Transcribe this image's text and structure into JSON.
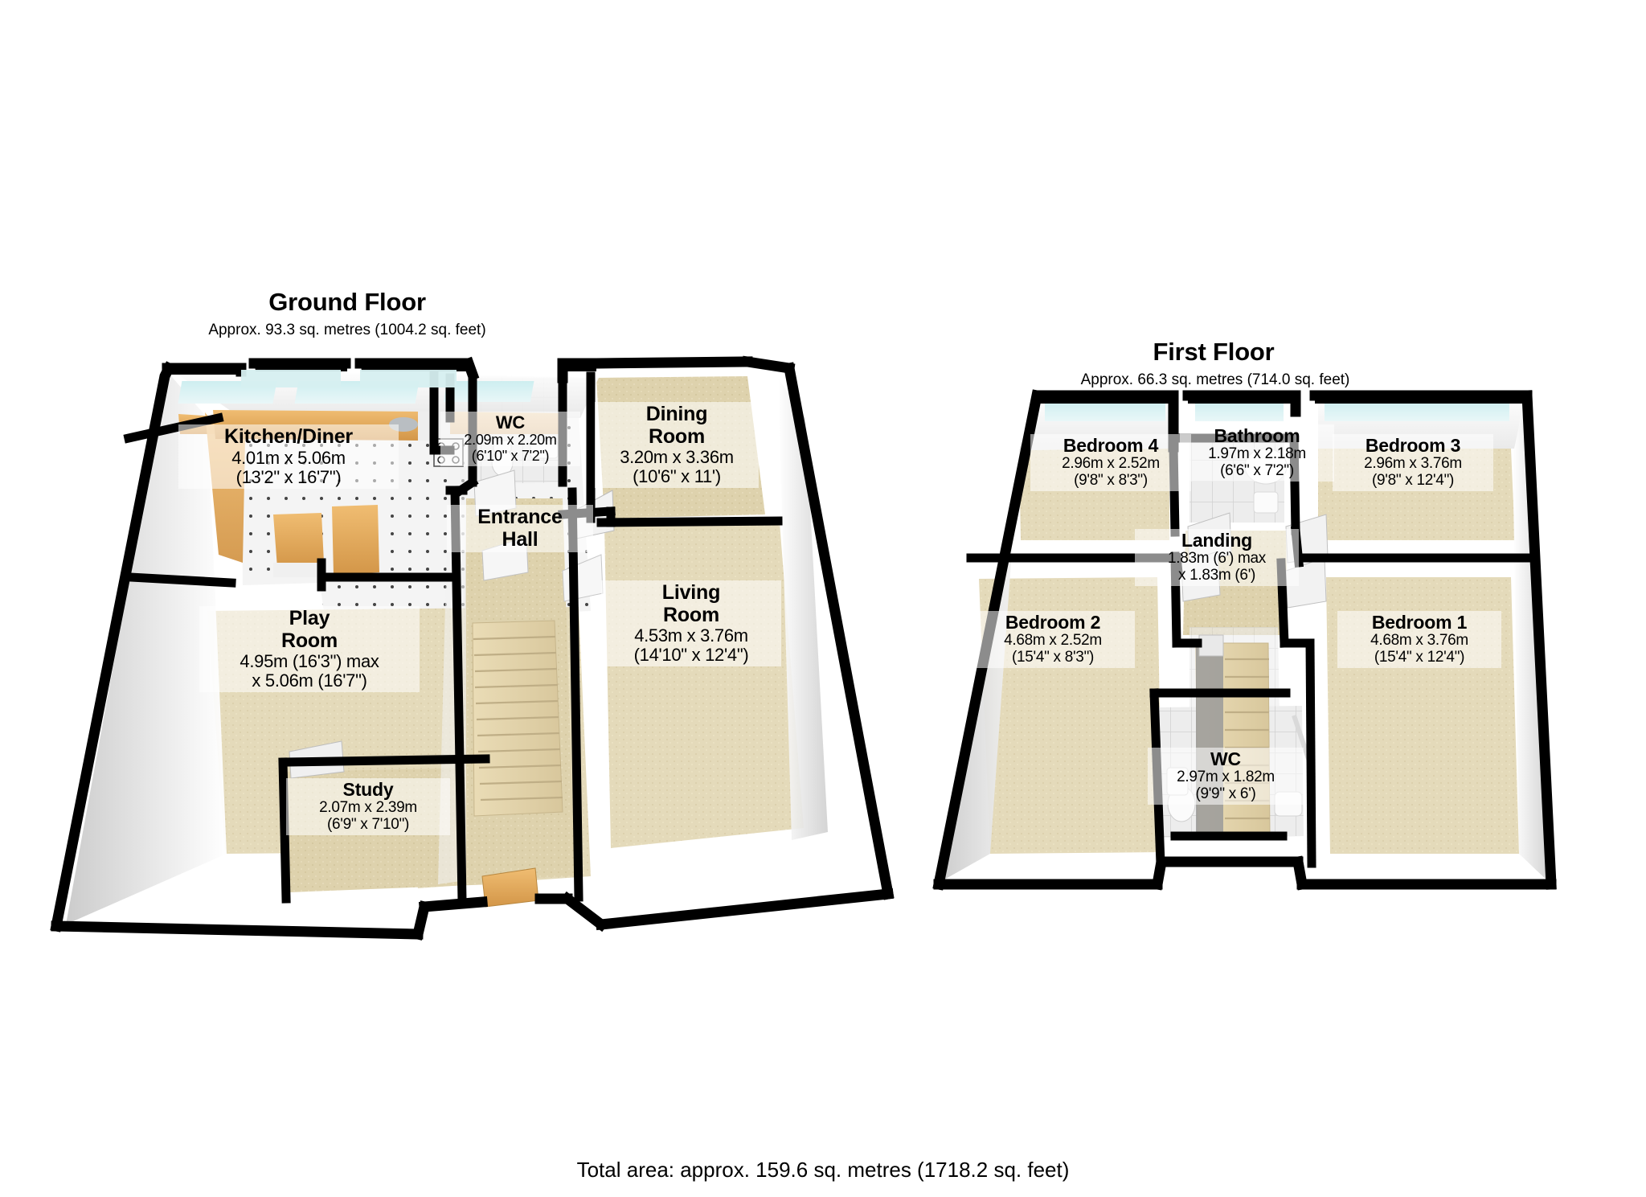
{
  "document": {
    "total_area": "Total area: approx. 159.6 sq. metres (1718.2 sq. feet)"
  },
  "floors": [
    {
      "id": "ground-floor",
      "title": "Ground Floor",
      "subtitle": "Approx. 93.3 sq. metres (1004.2 sq. feet)",
      "rooms": [
        {
          "id": "kitchen-diner",
          "name": "Kitchen/Diner",
          "dim_metric": "4.01m x 5.06m",
          "dim_imperial": "(13'2\" x 16'7\")"
        },
        {
          "id": "wc-ground",
          "name": "WC",
          "dim_metric": "2.09m x 2.20m",
          "dim_imperial": "(6'10\" x 7'2\")"
        },
        {
          "id": "dining-room",
          "name": "Dining Room",
          "name_line1": "Dining",
          "name_line2": "Room",
          "dim_metric": "3.20m x 3.36m",
          "dim_imperial": "(10'6\" x 11')"
        },
        {
          "id": "entrance-hall",
          "name": "Entrance Hall",
          "name_line1": "Entrance",
          "name_line2": "Hall",
          "dim_metric": "",
          "dim_imperial": ""
        },
        {
          "id": "living-room",
          "name": "Living Room",
          "name_line1": "Living",
          "name_line2": "Room",
          "dim_metric": "4.53m x 3.76m",
          "dim_imperial": "(14'10\" x 12'4\")"
        },
        {
          "id": "play-room",
          "name": "Play Room",
          "name_line1": "Play",
          "name_line2": "Room",
          "dim_metric": "4.95m (16'3\") max",
          "dim_imperial": "x 5.06m (16'7\")"
        },
        {
          "id": "study",
          "name": "Study",
          "dim_metric": "2.07m x 2.39m",
          "dim_imperial": "(6'9\" x 7'10\")"
        }
      ]
    },
    {
      "id": "first-floor",
      "title": "First Floor",
      "subtitle": "Approx. 66.3 sq. metres (714.0 sq. feet)",
      "rooms": [
        {
          "id": "bedroom-4",
          "name": "Bedroom 4",
          "dim_metric": "2.96m x 2.52m",
          "dim_imperial": "(9'8\" x 8'3\")"
        },
        {
          "id": "bathroom",
          "name": "Bathroom",
          "dim_metric": "1.97m x 2.18m",
          "dim_imperial": "(6'6\" x 7'2\")"
        },
        {
          "id": "bedroom-3",
          "name": "Bedroom 3",
          "dim_metric": "2.96m x 3.76m",
          "dim_imperial": "(9'8\" x 12'4\")"
        },
        {
          "id": "landing",
          "name": "Landing",
          "dim_metric": "1.83m (6') max",
          "dim_imperial": "x 1.83m (6')"
        },
        {
          "id": "bedroom-2",
          "name": "Bedroom 2",
          "dim_metric": "4.68m x 2.52m",
          "dim_imperial": "(15'4\" x 8'3\")"
        },
        {
          "id": "bedroom-1",
          "name": "Bedroom 1",
          "dim_metric": "4.68m x 3.76m",
          "dim_imperial": "(15'4\" x 12'4\")"
        },
        {
          "id": "wc-first",
          "name": "WC",
          "dim_metric": "2.97m x 1.82m",
          "dim_imperial": "(9'9\" x 6')"
        }
      ]
    }
  ],
  "colors": {
    "wall_outline": "#000000",
    "wall_face": "#ffffff",
    "carpet_beige": "#e3d9b4",
    "carpet_dark_beige": "#d8cb9f",
    "tile_light": "#f1f1f1",
    "window_glass": "#d6eff0",
    "wood_counter": "#e0a85a",
    "stair_tread": "#e0cfa5",
    "background": "#ffffff"
  }
}
